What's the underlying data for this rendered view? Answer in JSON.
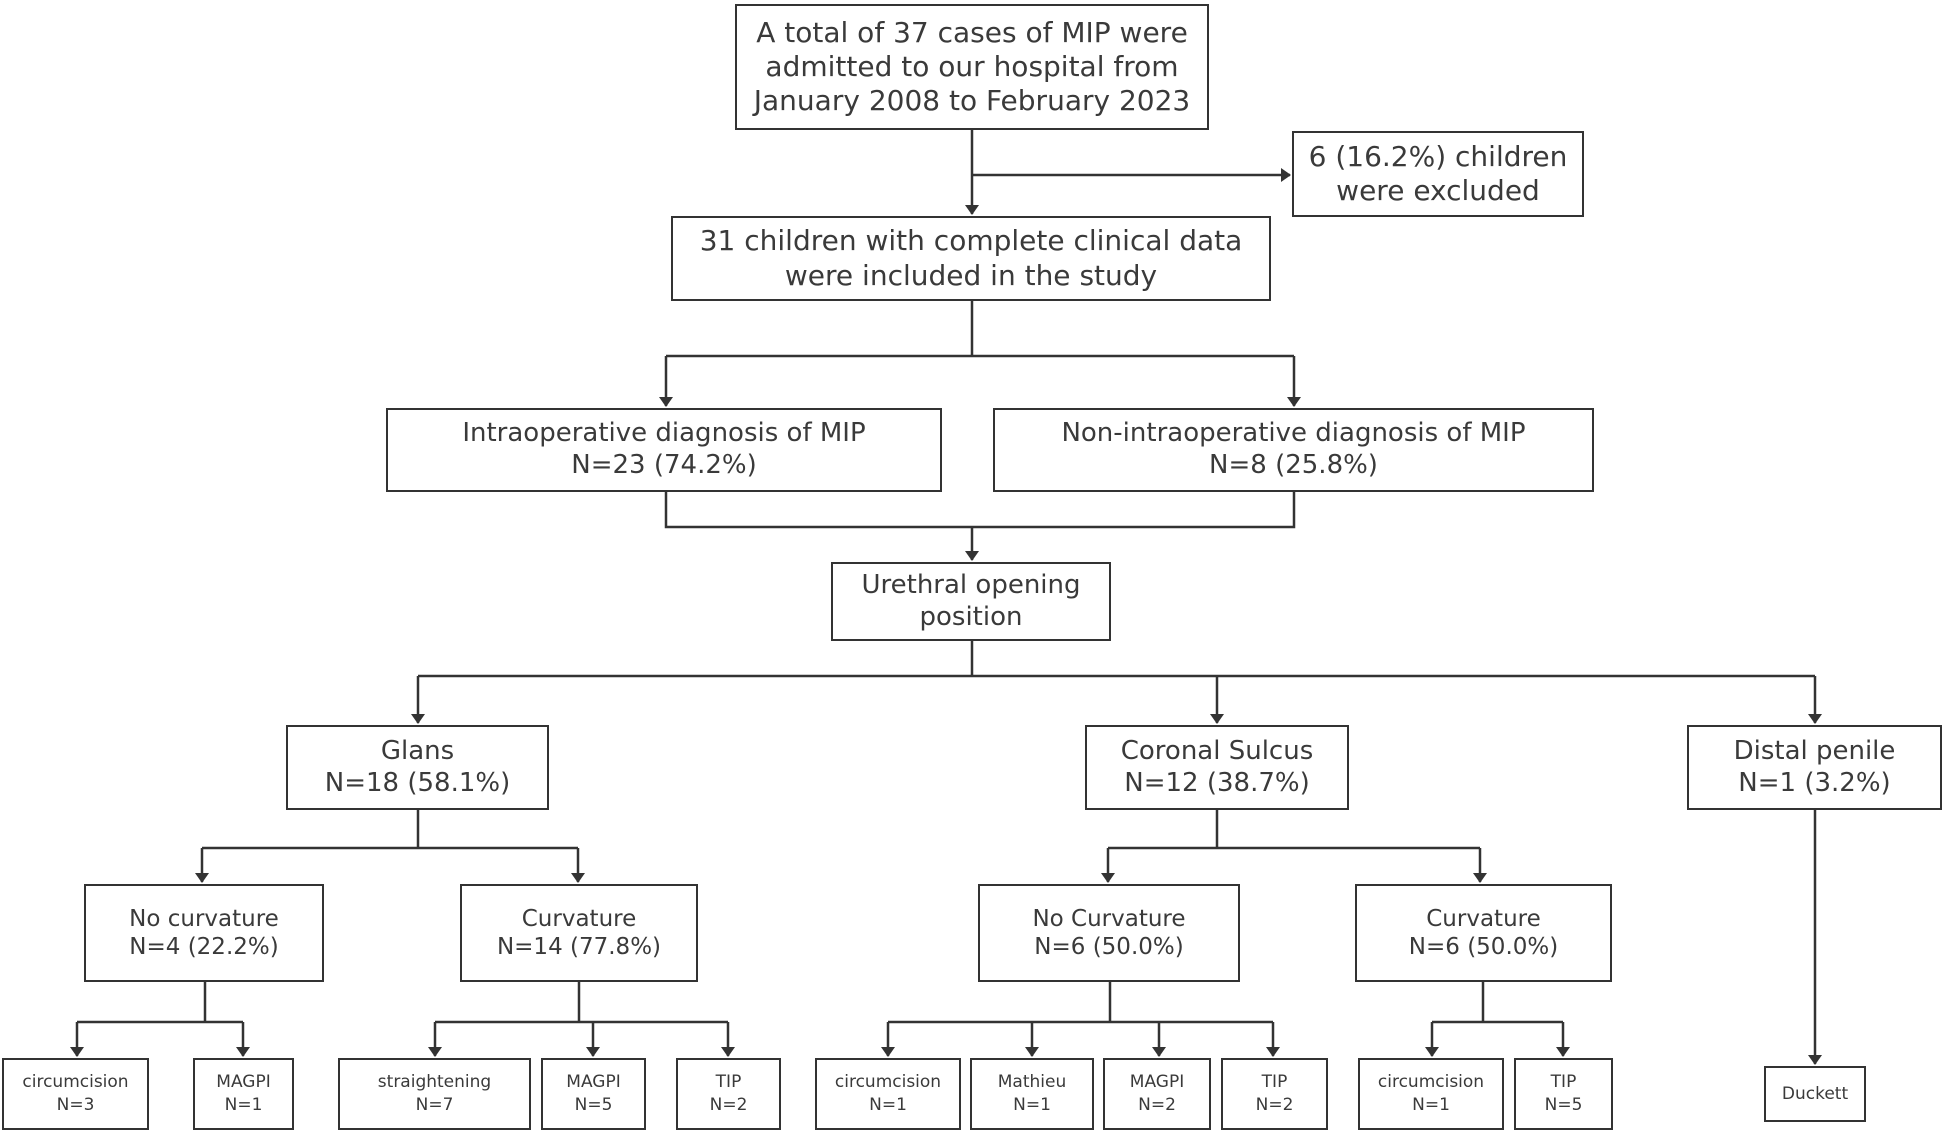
{
  "nodes": {
    "total": [
      "A total of 37 cases of MIP were",
      "admitted to our hospital from",
      "January 2008 to February 2023"
    ],
    "excluded": [
      "6 (16.2%) children",
      "were excluded"
    ],
    "included": [
      "31 children with complete clinical data",
      "were included in the study"
    ],
    "intraop": [
      "Intraoperative diagnosis of MIP",
      "N=23 (74.2%)"
    ],
    "nonintraop": [
      "Non-intraoperative diagnosis of MIP",
      "N=8 (25.8%)"
    ],
    "urethral": [
      "Urethral opening",
      "position"
    ],
    "glans": [
      "Glans",
      "N=18 (58.1%)"
    ],
    "coronal": [
      "Coronal Sulcus",
      "N=12 (38.7%)"
    ],
    "distal": [
      "Distal penile",
      "N=1 (3.2%)"
    ],
    "glans_nocurv": [
      "No  curvature",
      "N=4 (22.2%)"
    ],
    "glans_curv": [
      "Curvature",
      "N=14 (77.8%)"
    ],
    "cor_nocurv": [
      "No  Curvature",
      "N=6 (50.0%)"
    ],
    "cor_curv": [
      "Curvature",
      "N=6 (50.0%)"
    ],
    "leaves": [
      [
        "circumcision",
        "N=3"
      ],
      [
        "MAGPI",
        "N=1"
      ],
      [
        "straightening",
        "N=7"
      ],
      [
        "MAGPI",
        "N=5"
      ],
      [
        "TIP",
        "N=2"
      ],
      [
        "circumcision",
        "N=1"
      ],
      [
        "Mathieu",
        "N=1"
      ],
      [
        "MAGPI",
        "N=2"
      ],
      [
        "TIP",
        "N=2"
      ],
      [
        "circumcision",
        "N=1"
      ],
      [
        "TIP",
        "N=5"
      ],
      [
        "Duckett"
      ]
    ]
  }
}
